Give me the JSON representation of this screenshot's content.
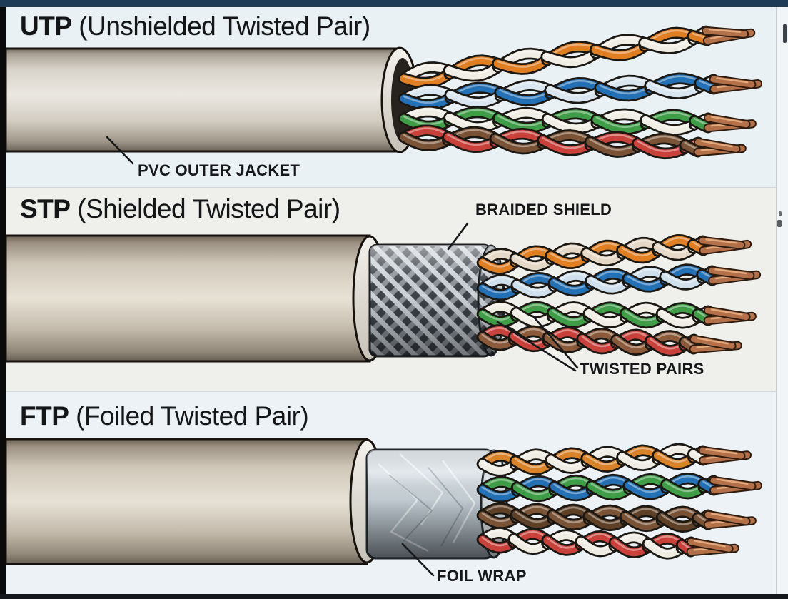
{
  "frame": {
    "top_bar_color": "#1d3a57",
    "side_bar_color": "#0a0a0a",
    "bottom_bar_color": "#14171b"
  },
  "sections": [
    {
      "id": "utp",
      "acronym": "UTP",
      "title_rest": "(Unshielded Twisted Pair)",
      "callouts": {
        "jacket": "PVC OUTER JACKET"
      },
      "pairs": [
        [
          "#df7e22",
          "#f0ede4"
        ],
        [
          "#2470b4",
          "#d9e6ef"
        ],
        [
          "#3f9c47",
          "#efede4"
        ],
        [
          "#7a5336",
          "#c8413b"
        ]
      ]
    },
    {
      "id": "stp",
      "acronym": "STP",
      "title_rest": "(Shielded Twisted Pair)",
      "callouts": {
        "shield": "BRAIDED SHIELD",
        "pairs": "TWISTED PAIRS"
      },
      "pairs": [
        [
          "#df7e22",
          "#e6d8c6"
        ],
        [
          "#2470b4",
          "#cfe0ec"
        ],
        [
          "#3f9c47",
          "#efede4"
        ],
        [
          "#8a5a3a",
          "#c8413b"
        ]
      ]
    },
    {
      "id": "ftp",
      "acronym": "FTP",
      "title_rest": "(Foiled Twisted Pair)",
      "callouts": {
        "foil": "FOIL WRAP"
      },
      "pairs": [
        [
          "#efece4",
          "#d8822a"
        ],
        [
          "#2470b4",
          "#3f9c47"
        ],
        [
          "#7a5336",
          "#5d4026"
        ],
        [
          "#c8413b",
          "#efece4"
        ]
      ]
    }
  ],
  "materials": {
    "jacket": "#d8d2c8",
    "braid_shield": "#9aa1a8",
    "foil": "#c3ccd2",
    "copper": "#b37049",
    "copper_highlight": "#e3ab7e",
    "outline": "#1b1713"
  }
}
